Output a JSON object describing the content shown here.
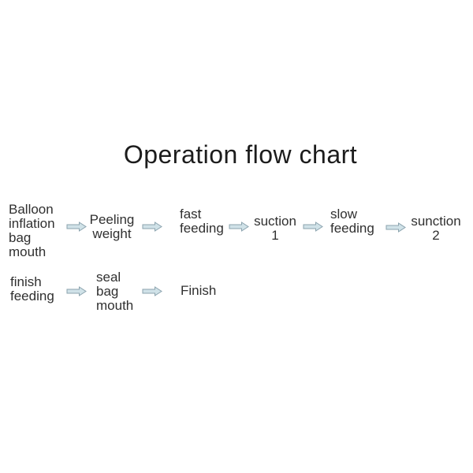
{
  "title": "Operation flow chart",
  "colors": {
    "background": "#ffffff",
    "title_color": "#1c1c1c",
    "text_color": "#303030",
    "arrow_fill": "#d0e2e8",
    "arrow_stroke": "#8ba3ae"
  },
  "flow": {
    "row1": [
      {
        "type": "step",
        "text": "Balloon\ninflation\nbag\nmouth"
      },
      {
        "type": "arrow",
        "icon": "arrow-right"
      },
      {
        "type": "step",
        "text": "Peeling\nweight"
      },
      {
        "type": "arrow",
        "icon": "arrow-right"
      },
      {
        "type": "step",
        "text": "fast\nfeeding"
      },
      {
        "type": "arrow",
        "icon": "arrow-right"
      },
      {
        "type": "step",
        "text": "suction\n1"
      },
      {
        "type": "arrow",
        "icon": "arrow-right"
      },
      {
        "type": "step",
        "text": "slow\nfeeding"
      },
      {
        "type": "arrow",
        "icon": "arrow-right"
      },
      {
        "type": "step",
        "text": "sunction\n2"
      }
    ],
    "row2": [
      {
        "type": "step",
        "text": "finish\nfeeding"
      },
      {
        "type": "arrow",
        "icon": "arrow-right"
      },
      {
        "type": "step",
        "text": "seal\nbag\nmouth"
      },
      {
        "type": "arrow",
        "icon": "arrow-right"
      },
      {
        "type": "step",
        "text": "Finish"
      }
    ]
  }
}
